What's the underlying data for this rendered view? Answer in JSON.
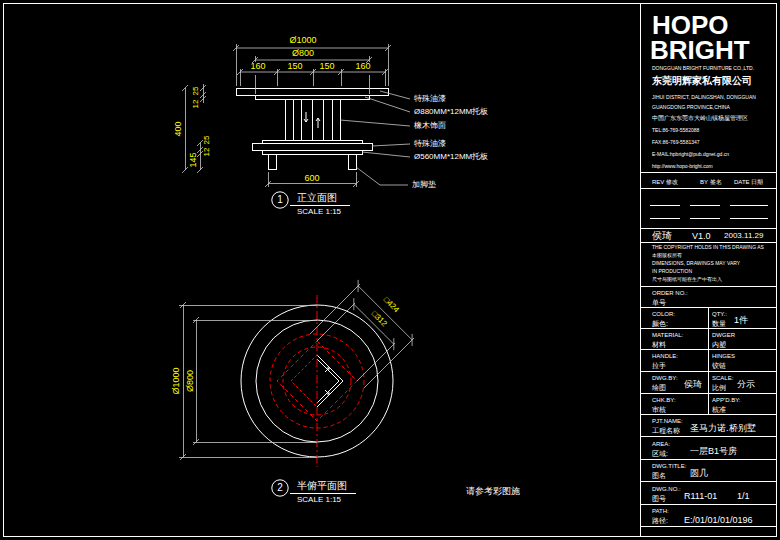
{
  "diagram": {
    "nodes": [
      {
        "text": [
          "1"
        ]
      },
      {
        "text": [
          "2"
        ]
      }
    ],
    "labels": [
      "Ø1000",
      "Ø800",
      "160",
      "150",
      "150",
      "160",
      "25",
      "12",
      "400",
      "145",
      "25",
      "12",
      "600",
      "特殊油漆",
      "Ø880MM*12MM托板",
      "橡木饰面",
      "特殊油漆",
      "Ø560MM*12MM托板",
      "加脚垫",
      "正立面图",
      "SCALE 1:15",
      "Ø1000",
      "Ø800",
      "□424",
      "□312",
      "半俯平面图",
      "SCALE 1:15",
      "请参考彩图施",
      "HOPO",
      "BRIGHT",
      "DONGGUAN BRIGHT FURNITURE CO.,LTD.",
      "东莞明辉家私有限公司",
      "JIHUI DISTRICT, DALINGSHAN, DONGGUAN",
      "GUANGDONG PROVINCE,CHINA",
      "中国广东东莞市大岭山镇杨屋管理区",
      "TEL:86-769-5582088",
      "FAX:86-769-5581347",
      "E-MAIL:hpbright@pub.dgnet.gd.cn",
      "http://www.hopo-bright.com",
      "REV 修改",
      "BY 签名",
      "DATE 日期",
      "侯琦",
      "V1.0",
      "2003.11.29",
      "THE COPYRIGHT HOLDS IN THIS DRAWING AS",
      "本图版权所有",
      "DIMENSIONS, DRAWINGS MAY VARY",
      "IN PRODUCTION",
      "尺寸与图纸可能在生产中有出入",
      "ORDER NO.:",
      "单号",
      "COLOR:",
      "颜色:",
      "QTY.:",
      "数量",
      "1件",
      "MATERIAL:",
      "材料",
      "DWGER",
      "内塑",
      "HANDLE:",
      "拉手",
      "HINGES",
      "铰链",
      "DWG.BY:",
      "绘图",
      "侯琦",
      "SCALE:",
      "比例",
      "分示",
      "CHK.BY:",
      "审核",
      "APP'D.BY:",
      "核准",
      "PJT.NAME:",
      "工程名称",
      "圣马力诺.桥别墅",
      "AREA:",
      "区域:",
      "一层B1号房",
      "DWG.TITLE:",
      "图名",
      "圆几",
      "DWG.NO.:",
      "图号",
      "R111-01",
      "1/1",
      "PATH:",
      "路径:",
      "E:/01/01/01/0196"
    ]
  }
}
